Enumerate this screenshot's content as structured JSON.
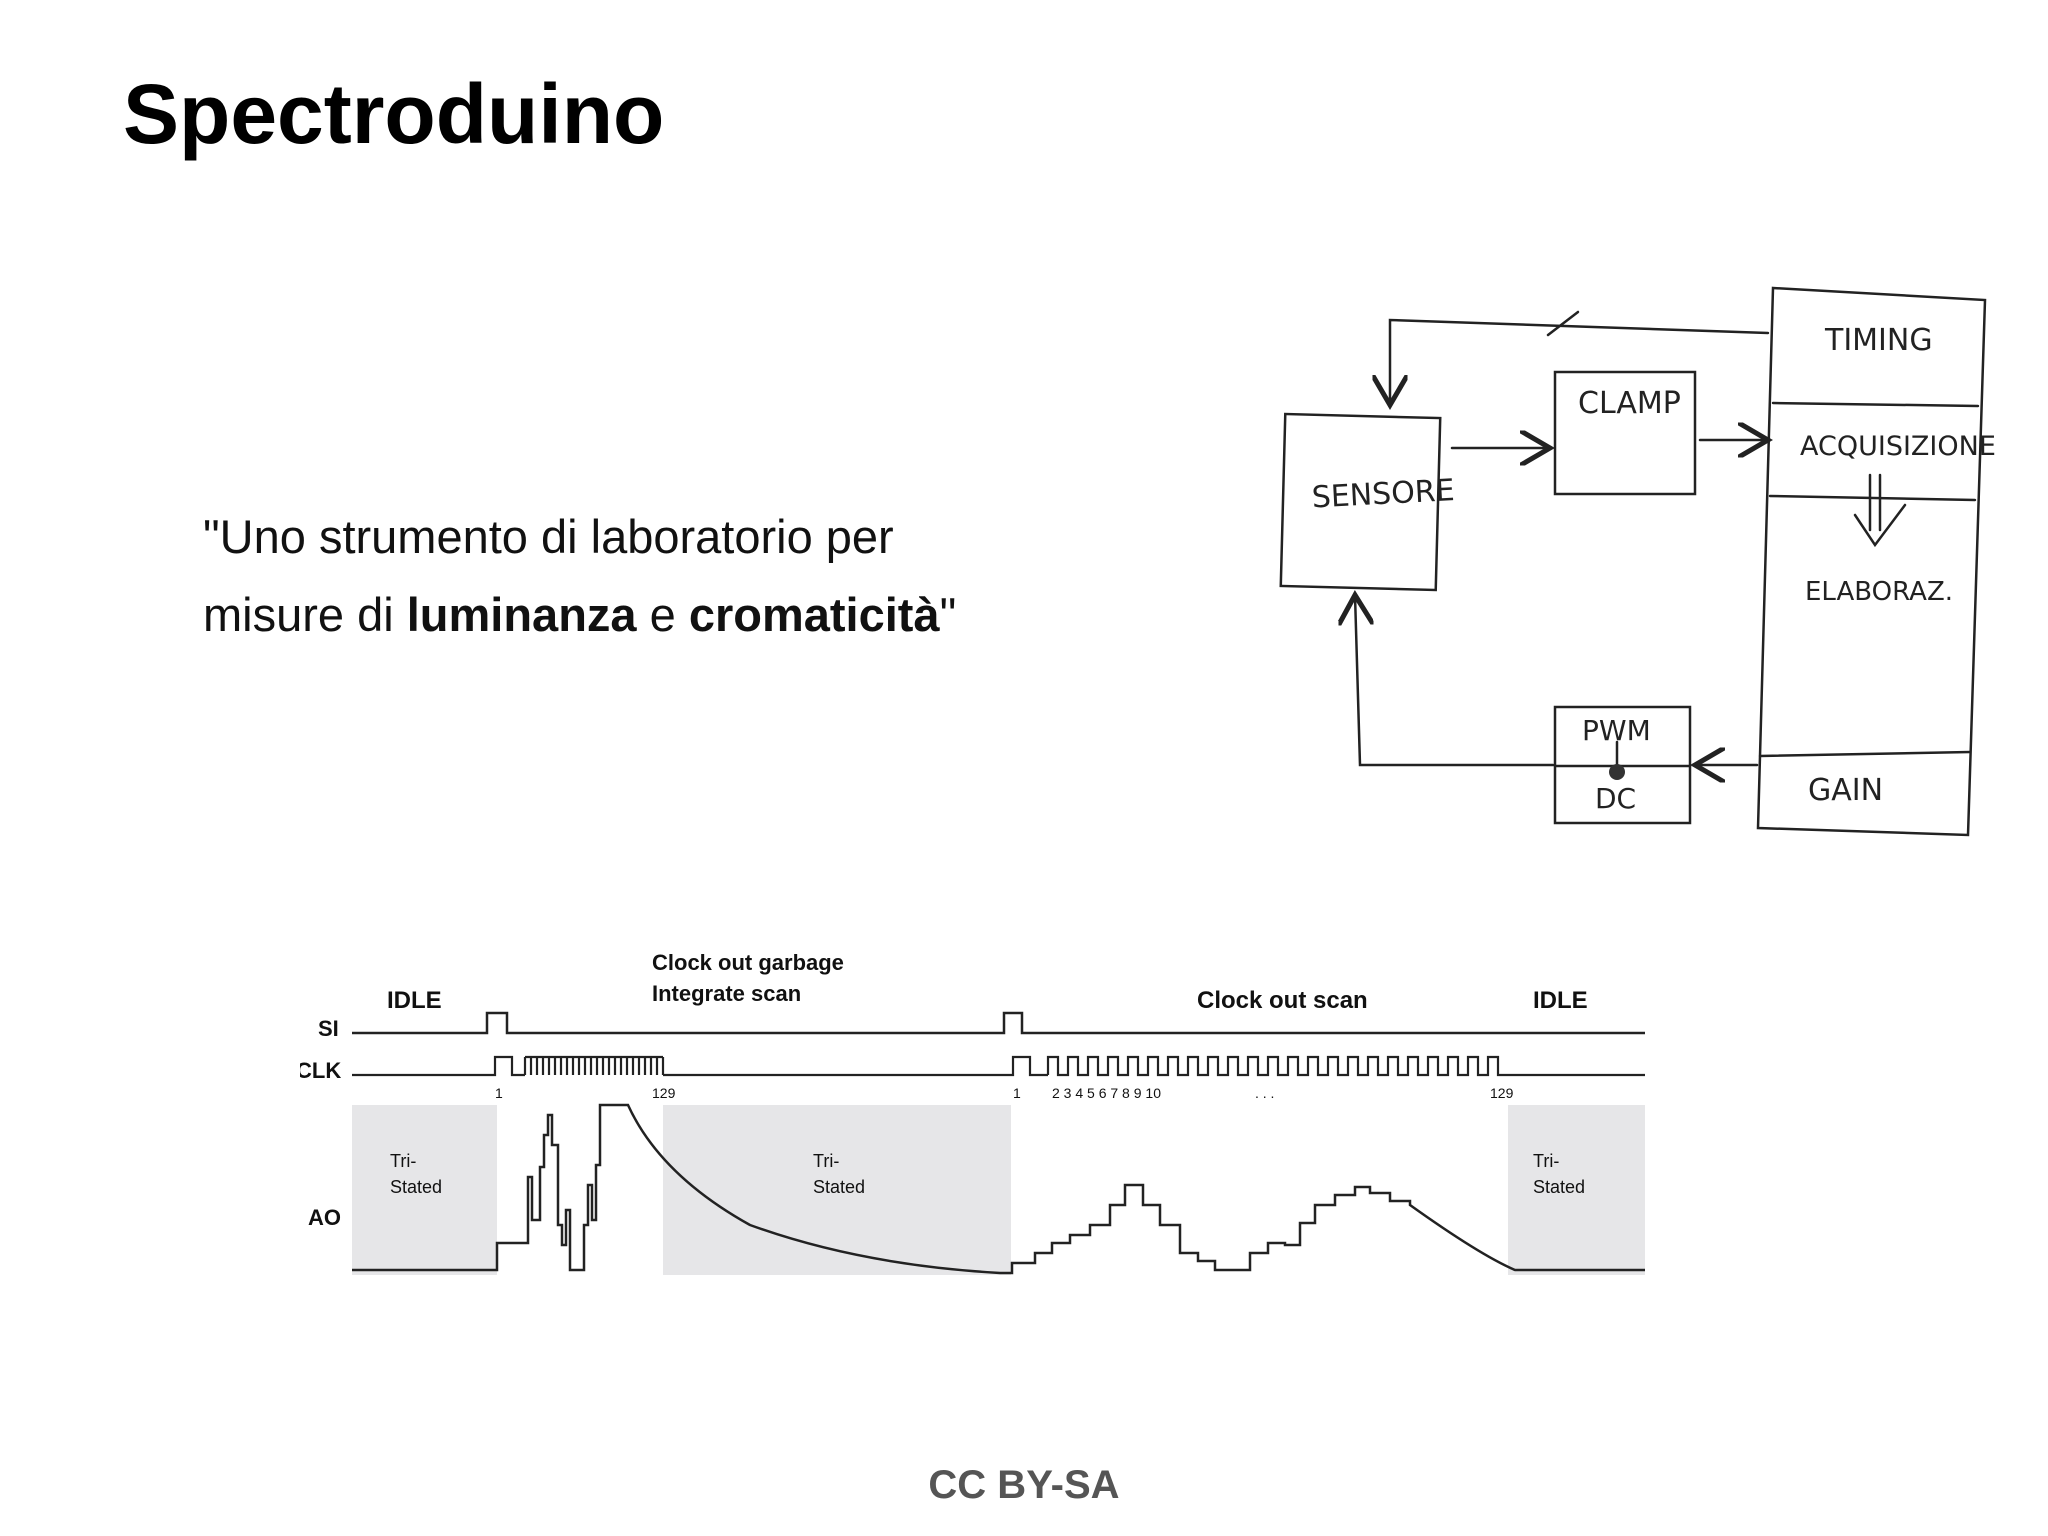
{
  "slide": {
    "title": "Spectroduino",
    "quote": {
      "line1": "\"Uno strumento di laboratorio per",
      "line2_pre": "misure di ",
      "bold1": "luminanza",
      "mid": " e ",
      "bold2": "cromaticità",
      "end": "\""
    },
    "footer": "CC BY-SA"
  },
  "block_diagram": {
    "blocks": {
      "sensor": "SENSORE",
      "clamp": "CLAMP",
      "timing": "TIMING",
      "acquisition": "ACQUISIZIONE",
      "processing": "ELABORAZ.",
      "pwm": "PWM",
      "dc": "DC",
      "gain": "GAIN"
    }
  },
  "timing_diagram": {
    "phase_idle_left": "IDLE",
    "phase_garbage_1": "Clock out garbage",
    "phase_garbage_2": "Integrate scan",
    "phase_scan": "Clock out scan",
    "phase_idle_right": "IDLE",
    "signal_si": "SI",
    "signal_clk": "CLK",
    "signal_ao": "AO",
    "tick_1a": "1",
    "tick_129a": "129",
    "tick_1b": "1",
    "tick_seq": "2 3 4 5 6 7 8 9 10",
    "tick_dots": ". . .",
    "tick_129b": "129",
    "tri_1": "Tri-",
    "tri_2": "Stated"
  }
}
